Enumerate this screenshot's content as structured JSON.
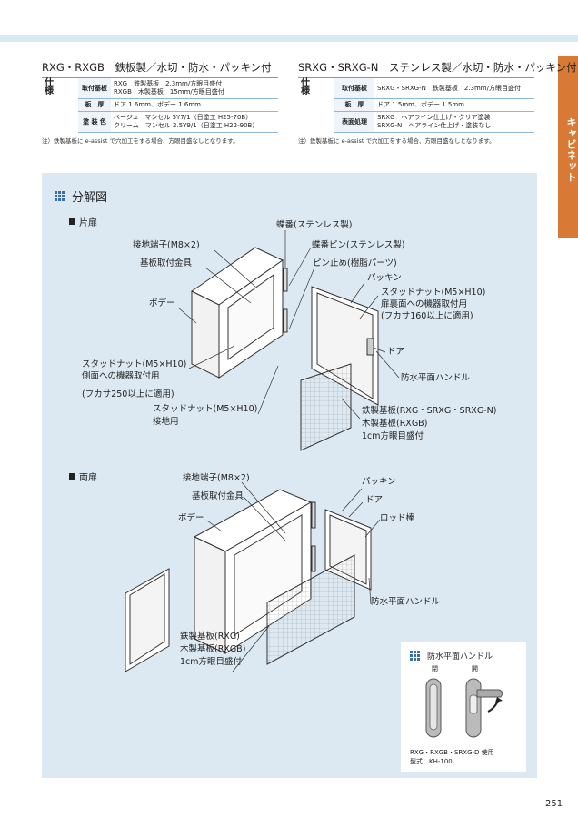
{
  "side_tab": "キャビネット",
  "left_spec": {
    "title": "RXG・RXGB　鉄板製／水切・防水・パッキン付",
    "header": "仕　様",
    "rows": [
      {
        "label": "取付基板",
        "lines": [
          "RXG　鉄製基板　2.3mm/方眼目盛付",
          "RXGB　木製基板　15mm/方眼目盛付"
        ]
      },
      {
        "label": "板　厚",
        "lines": [
          "ドア 1.6mm、ボデー 1.6mm"
        ]
      },
      {
        "label": "塗 装 色",
        "lines": [
          "ベージュ　マンセル 5Y7/1（日塗工 H25-70B）",
          "クリーム　マンセル 2.5Y9/1（日塗工 H22-90B）"
        ]
      }
    ],
    "note": "注）鉄製基板に e-assist で穴加工をする場合、方眼目盛なしとなります。"
  },
  "right_spec": {
    "title": "SRXG・SRXG-N　ステンレス製／水切・防水・パッキン付",
    "header": "仕　様",
    "rows": [
      {
        "label": "取付基板",
        "lines": [
          "SRXG・SRXG-N　鉄製基板　2.3mm/方眼目盛付"
        ]
      },
      {
        "label": "板　厚",
        "lines": [
          "ドア 1.5mm、ボデー 1.5mm"
        ]
      },
      {
        "label": "表面処理",
        "lines": [
          "SRXG　ヘアライン仕上げ・クリア塗装",
          "SRXG-N　ヘアライン仕上げ・塗装なし"
        ]
      }
    ],
    "note": "注）鉄製基板に e-assist で穴加工をする場合、方眼目盛なしとなります。"
  },
  "panel": {
    "title": "分解図",
    "single": {
      "heading": "片扉",
      "labels": {
        "hinge": "蝶番(ステンレス製)",
        "ground": "接地端子(M8×2)",
        "hinge_pin": "蝶番ピン(ステンレス製)",
        "mount_bracket": "基板取付金具",
        "pin_stop": "ピン止め(樹脂パーツ)",
        "packing": "パッキン",
        "body": "ボデー",
        "stud_door_1": "スタッドナット(M5×H10)",
        "stud_door_2": "扉裏面への機器取付用",
        "stud_door_3": "(フカサ160以上に適用)",
        "door": "ドア",
        "stud_side_1": "スタッドナット(M5×H10)",
        "stud_side_2": "側面への機器取付用",
        "stud_side_3": "(フカサ250以上に適用)",
        "handle": "防水平面ハンドル",
        "stud_ground_1": "スタッドナット(M5×H10)",
        "stud_ground_2": "接地用",
        "plate_1": "鉄製基板(RXG・SRXG・SRXG-N)",
        "plate_2": "木製基板(RXGB)",
        "plate_3": "1cm方眼目盛付"
      }
    },
    "double": {
      "heading": "両扉",
      "labels": {
        "ground": "接地端子(M8×2)",
        "packing": "パッキン",
        "mount_bracket": "基板取付金具",
        "door": "ドア",
        "body": "ボデー",
        "rod": "ロッド棒",
        "handle": "防水平面ハンドル",
        "plate_1": "鉄製基板(RXG)",
        "plate_2": "木製基板(RXGB)",
        "plate_3": "1cm方眼目盛付"
      }
    },
    "inset": {
      "title": "防水平面ハンドル",
      "closed": "閉",
      "open": "開",
      "usage": "RXG・RXGB・SRXG-D 使用",
      "model": "型式：KH-100"
    }
  },
  "page_number": "251"
}
